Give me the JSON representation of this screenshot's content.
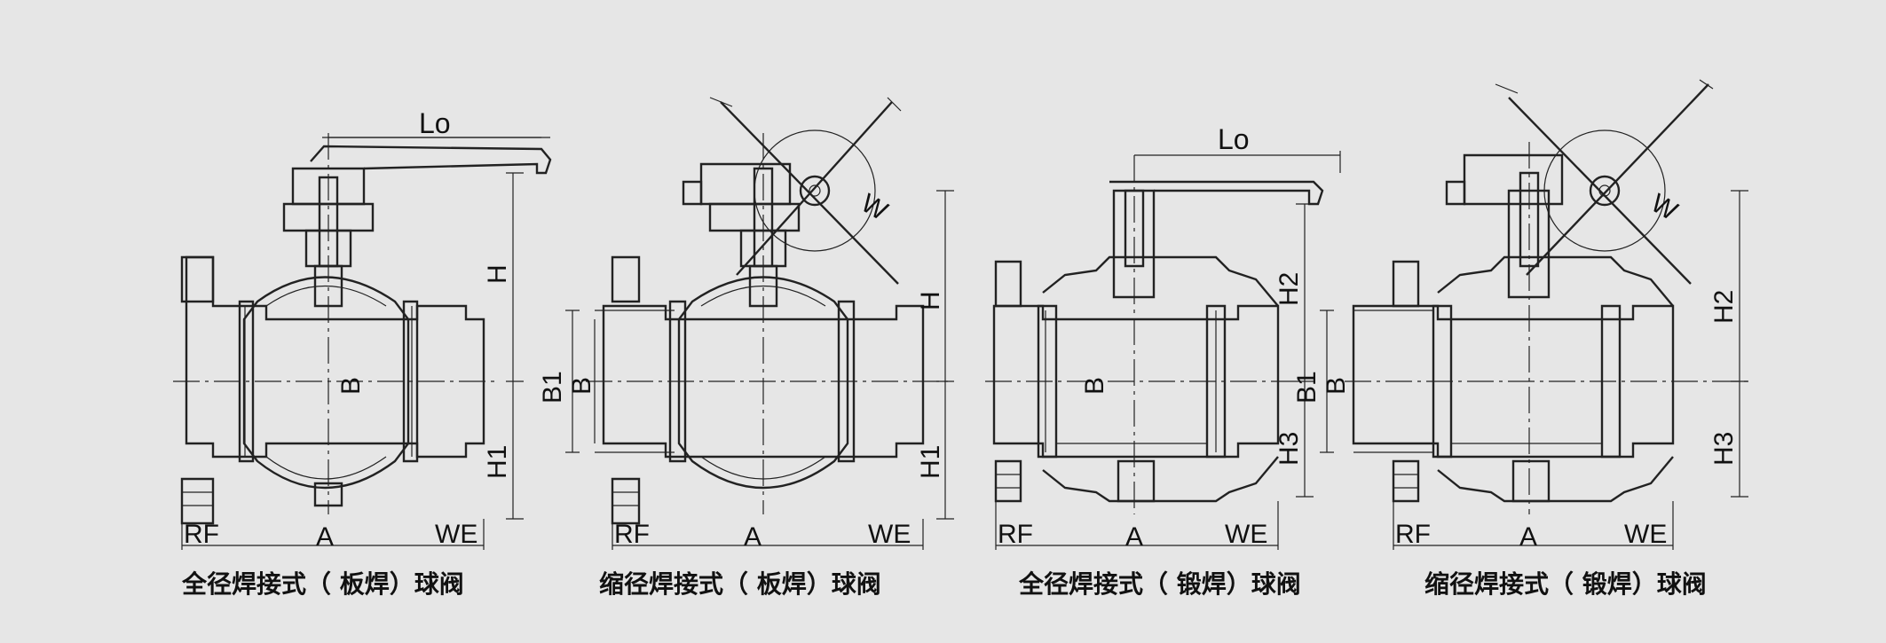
{
  "diagrams": [
    {
      "caption": "全径焊接式（ 板焊）球阀",
      "labels": {
        "top": "Lo",
        "right_upper": "H",
        "right_lower": "H1",
        "bore": "B",
        "bottom_left": "RF",
        "bottom_center": "A",
        "bottom_right": "WE"
      }
    },
    {
      "caption": "缩径焊接式（ 板焊）球阀",
      "labels": {
        "handwheel": "W",
        "right_upper": "H",
        "right_lower": "H1",
        "bore": "B",
        "bore_outer": "B1",
        "bottom_left": "RF",
        "bottom_center": "A",
        "bottom_right": "WE"
      }
    },
    {
      "caption": "全径焊接式（ 锻焊）球阀",
      "labels": {
        "top": "Lo",
        "right_upper": "H2",
        "right_lower": "H3",
        "bore": "B",
        "bottom_left": "RF",
        "bottom_center": "A",
        "bottom_right": "WE"
      }
    },
    {
      "caption": "缩径焊接式（ 锻焊）球阀",
      "labels": {
        "handwheel": "W",
        "right_upper": "H2",
        "right_lower": "H3",
        "bore": "B",
        "bore_outer": "B1",
        "bottom_left": "RF",
        "bottom_center": "A",
        "bottom_right": "WE"
      }
    }
  ]
}
